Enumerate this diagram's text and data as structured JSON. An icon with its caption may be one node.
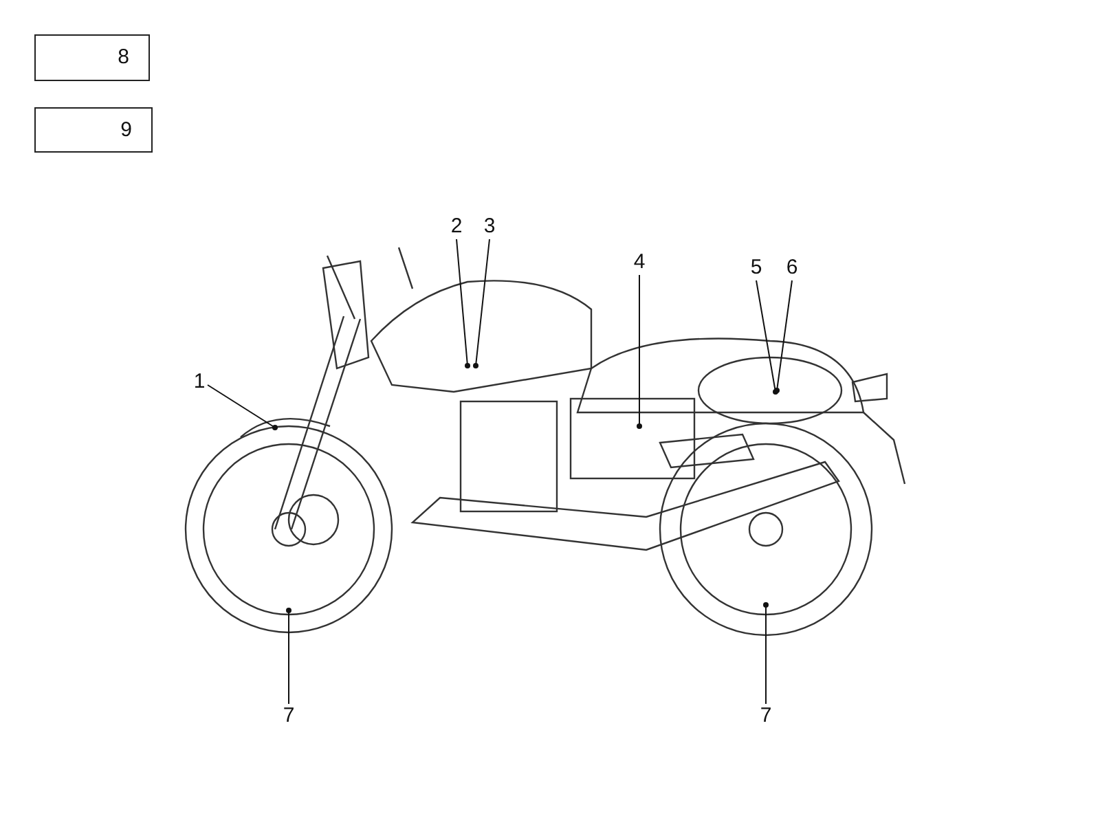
{
  "diagram": {
    "nodes": [
      {
        "text": [
          "8"
        ]
      },
      {
        "text": [
          "9"
        ]
      },
      {
        "text": [
          "1"
        ]
      },
      {
        "text": [
          "2"
        ]
      },
      {
        "text": [
          "3"
        ]
      },
      {
        "text": [
          "4"
        ]
      },
      {
        "text": [
          "5"
        ]
      },
      {
        "text": [
          "6"
        ]
      },
      {
        "text": [
          "7"
        ]
      },
      {
        "text": [
          "7"
        ]
      }
    ],
    "edges": [
      {
        "from": 2,
        "to": null,
        "arrow": "other"
      },
      {
        "from": 3,
        "to": null,
        "arrow": "other"
      },
      {
        "from": 4,
        "to": null,
        "arrow": "other"
      },
      {
        "from": 5,
        "to": null,
        "arrow": "other"
      },
      {
        "from": 6,
        "to": null,
        "arrow": "other"
      },
      {
        "from": 7,
        "to": null,
        "arrow": "other"
      },
      {
        "from": 8,
        "to": null,
        "arrow": "other"
      },
      {
        "from": 9,
        "to": null,
        "arrow": "other"
      }
    ]
  }
}
